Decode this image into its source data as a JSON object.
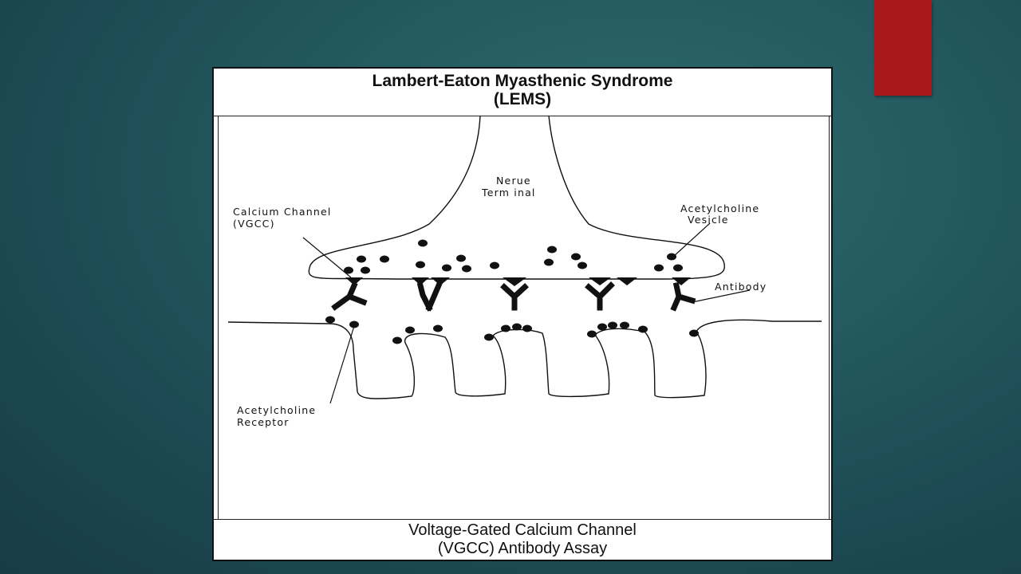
{
  "slide": {
    "accent_color": "#a8191b",
    "background_color": "#1f4f57"
  },
  "figure": {
    "title_line1": "Lambert-Eaton Myasthenic Syndrome",
    "title_line2": "(LEMS)",
    "caption_line1": "Voltage-Gated Calcium Channel",
    "caption_line2": "(VGCC) Antibody Assay",
    "labels": {
      "nerve_line1": "Nerue",
      "nerve_line2": "Term inal",
      "calcium_line1": "Calcium Channel",
      "calcium_line2": "(VGCC)",
      "vesicle_line1": "Acetylcholine",
      "vesicle_line2": "Vesicle",
      "antibody": "Antibody",
      "receptor_line1": "Acetylcholine",
      "receptor_line2": "Receptor"
    }
  }
}
